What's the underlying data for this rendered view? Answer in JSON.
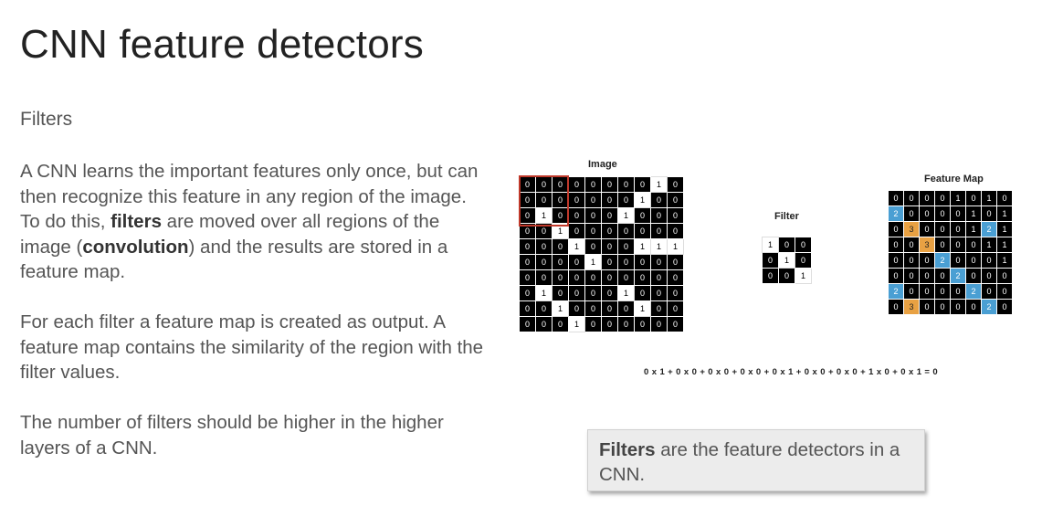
{
  "title": "CNN feature detectors",
  "subtitle": "Filters",
  "paragraph1": {
    "part1": "A CNN learns the important features only once, but can then recognize this feature in any region of the image. To do this, ",
    "bold1": "filters",
    "part2": " are moved over all regions of the image (",
    "bold2": "convolution",
    "part3": ") and the results are stored in a feature map."
  },
  "paragraph2": "For each filter a feature map is created as output. A feature map contains the similarity of the region with the filter values.",
  "paragraph3": "The number of filters should be higher in the higher layers of a CNN.",
  "diagram": {
    "image_label": "Image",
    "filter_label": "Filter",
    "feature_map_label": "Feature Map",
    "image": [
      [
        0,
        0,
        0,
        0,
        0,
        0,
        0,
        0,
        1,
        0
      ],
      [
        0,
        0,
        0,
        0,
        0,
        0,
        0,
        1,
        0,
        0
      ],
      [
        0,
        1,
        0,
        0,
        0,
        0,
        1,
        0,
        0,
        0
      ],
      [
        0,
        0,
        1,
        0,
        0,
        0,
        0,
        0,
        0,
        0
      ],
      [
        0,
        0,
        0,
        1,
        0,
        0,
        0,
        1,
        1,
        1
      ],
      [
        0,
        0,
        0,
        0,
        1,
        0,
        0,
        0,
        0,
        0
      ],
      [
        0,
        0,
        0,
        0,
        0,
        0,
        0,
        0,
        0,
        0
      ],
      [
        0,
        1,
        0,
        0,
        0,
        0,
        1,
        0,
        0,
        0
      ],
      [
        0,
        0,
        1,
        0,
        0,
        0,
        0,
        1,
        0,
        0
      ],
      [
        0,
        0,
        0,
        1,
        0,
        0,
        0,
        0,
        0,
        0
      ]
    ],
    "filter": [
      [
        1,
        0,
        0
      ],
      [
        0,
        1,
        0
      ],
      [
        0,
        0,
        1
      ]
    ],
    "feature_map": [
      [
        0,
        0,
        0,
        0,
        1,
        0,
        1,
        0
      ],
      [
        2,
        0,
        0,
        0,
        0,
        1,
        0,
        1
      ],
      [
        0,
        3,
        0,
        0,
        0,
        1,
        2,
        1
      ],
      [
        0,
        0,
        3,
        0,
        0,
        0,
        1,
        1
      ],
      [
        0,
        0,
        0,
        2,
        0,
        0,
        0,
        1
      ],
      [
        0,
        0,
        0,
        0,
        2,
        0,
        0,
        0
      ],
      [
        2,
        0,
        0,
        0,
        0,
        2,
        0,
        0
      ],
      [
        0,
        3,
        0,
        0,
        0,
        0,
        2,
        0
      ]
    ],
    "colors": {
      "value_1": "#ffffff",
      "value_2": "#4a9fd3",
      "value_3": "#e8a143",
      "highlight": "#c0392b"
    },
    "formula": "0 x 1 + 0 x 0 + 0 x 0 + 0 x 0 + 0 x 1 + 0 x 0 + 0 x 0 + 1 x 0 + 0 x 1 = 0"
  },
  "callout": {
    "bold": "Filters",
    "text": " are the feature detectors in a CNN."
  }
}
